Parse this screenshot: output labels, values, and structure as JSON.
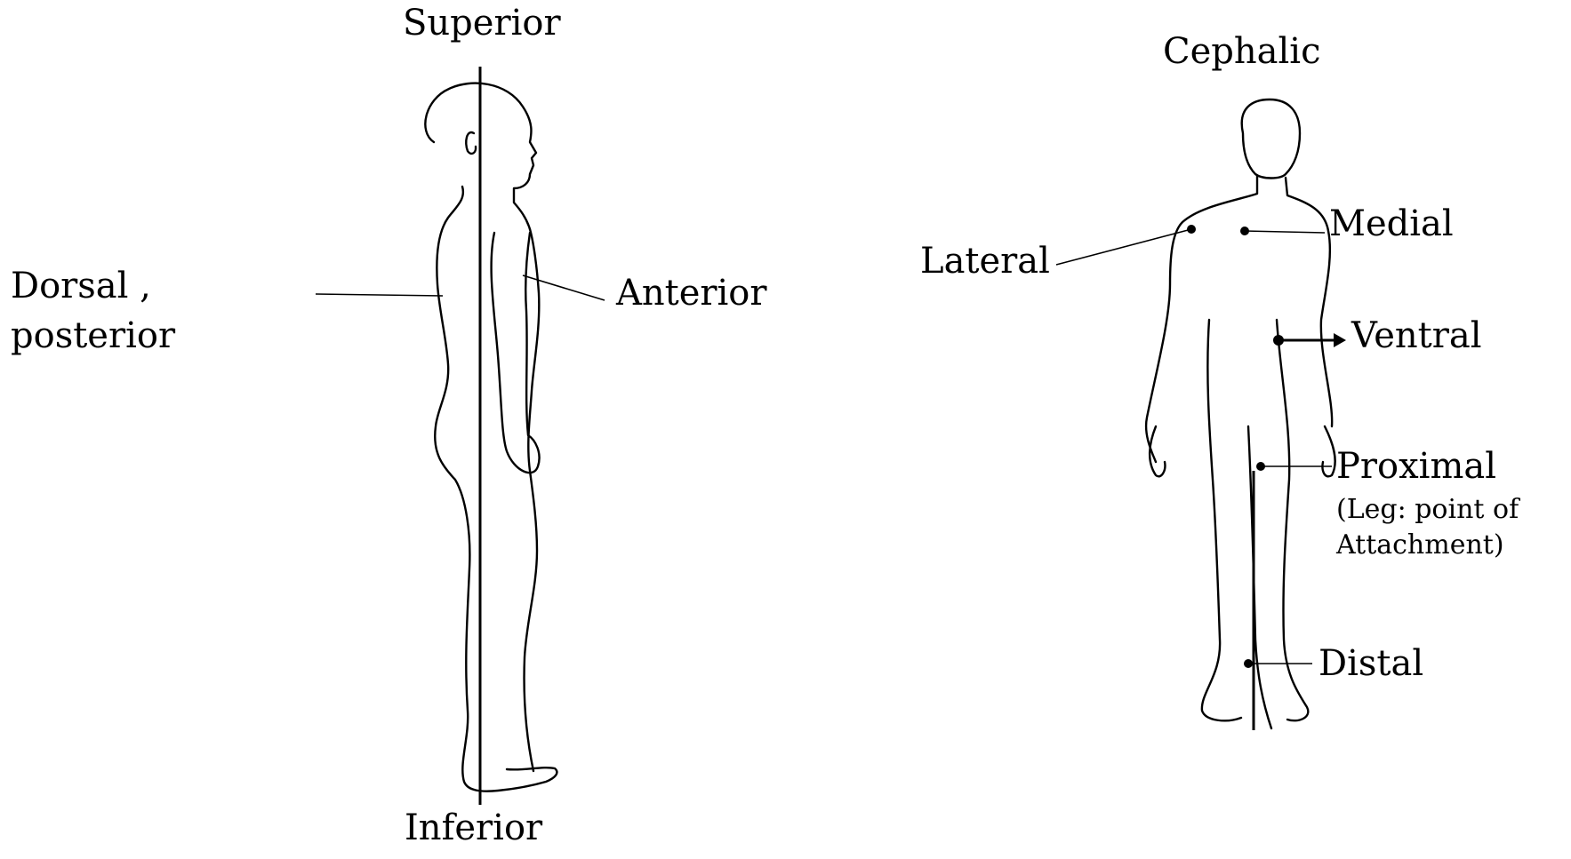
{
  "side_view": {
    "top_label": "Superior",
    "bottom_label": "Inferior",
    "back_label_line1": "Dorsal ,",
    "back_label_line2": "posterior",
    "front_label": "Anterior"
  },
  "front_view": {
    "top_label": "Cephalic",
    "lateral_label": "Lateral",
    "medial_label": "Medial",
    "ventral_label": "Ventral",
    "proximal_label": "Proximal",
    "proximal_note_line1": "(Leg: point of",
    "proximal_note_line2": "Attachment)",
    "distal_label": "Distal"
  },
  "colors": {
    "ink": "#000000",
    "background": "#ffffff"
  }
}
